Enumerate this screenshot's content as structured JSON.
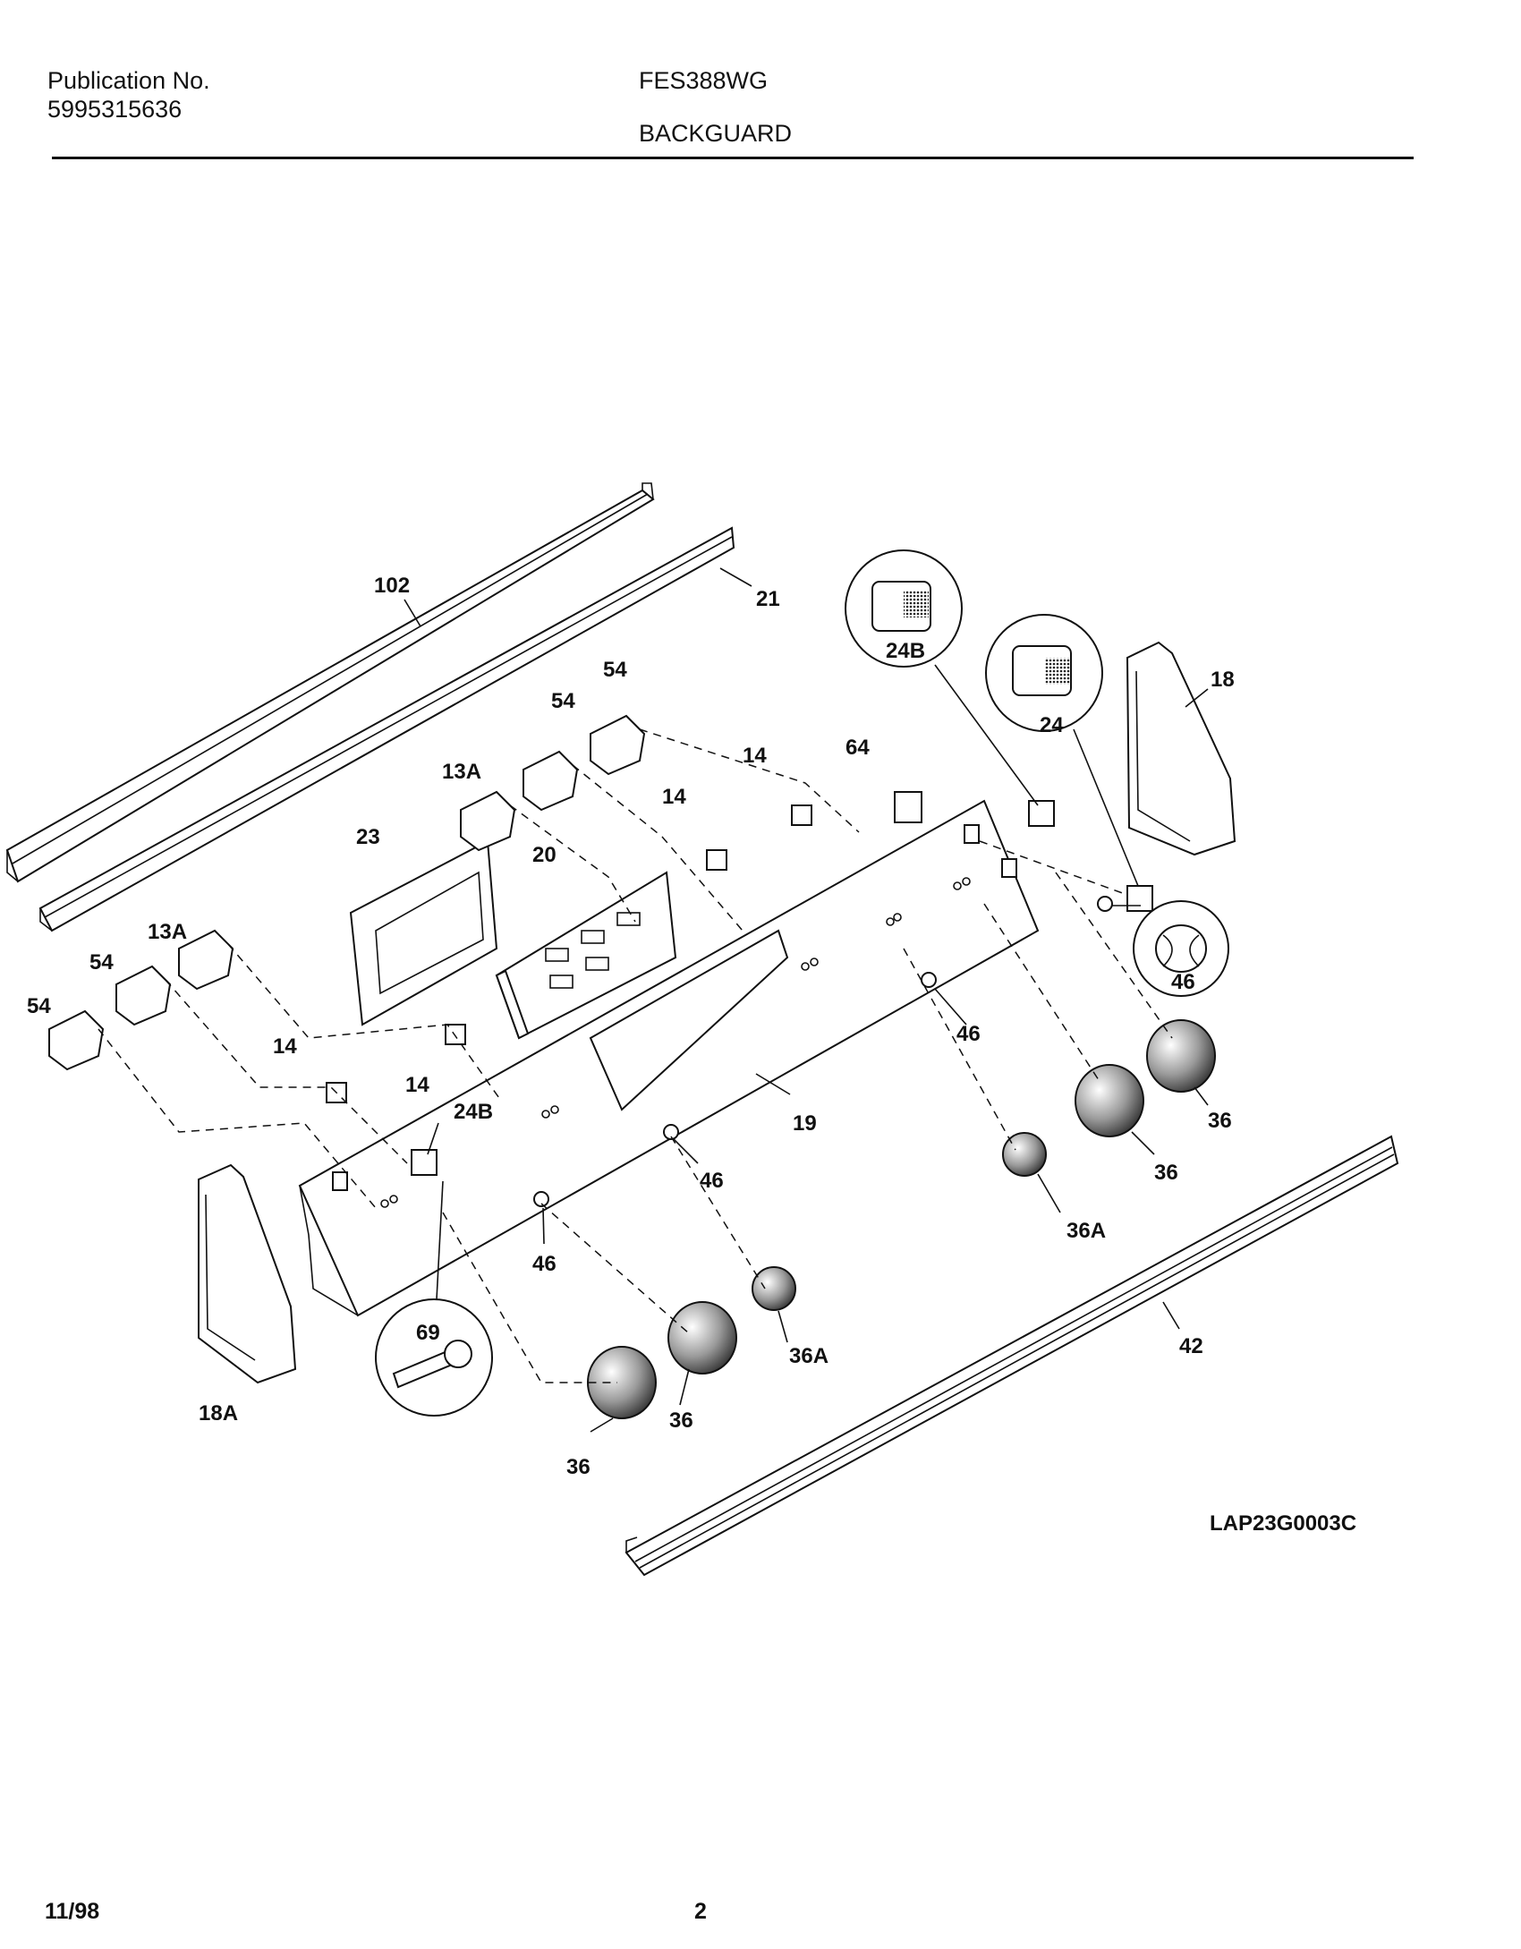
{
  "header": {
    "publication_label": "Publication No.",
    "publication_number": "5995315636",
    "model": "FES388WG",
    "section": "BACKGUARD"
  },
  "diagram": {
    "id": "LAP23G0003C",
    "callouts": [
      "102",
      "21",
      "54",
      "54",
      "13A",
      "23",
      "20",
      "14",
      "14",
      "64",
      "24B",
      "24",
      "18",
      "46",
      "13A",
      "54",
      "54",
      "14",
      "14",
      "46",
      "19",
      "36",
      "36",
      "36A",
      "24B",
      "46",
      "46",
      "69",
      "18A",
      "36A",
      "36",
      "36",
      "42"
    ]
  },
  "footer": {
    "date": "11/98",
    "page": "2"
  },
  "colors": {
    "ink": "#111111",
    "paper": "#ffffff"
  }
}
